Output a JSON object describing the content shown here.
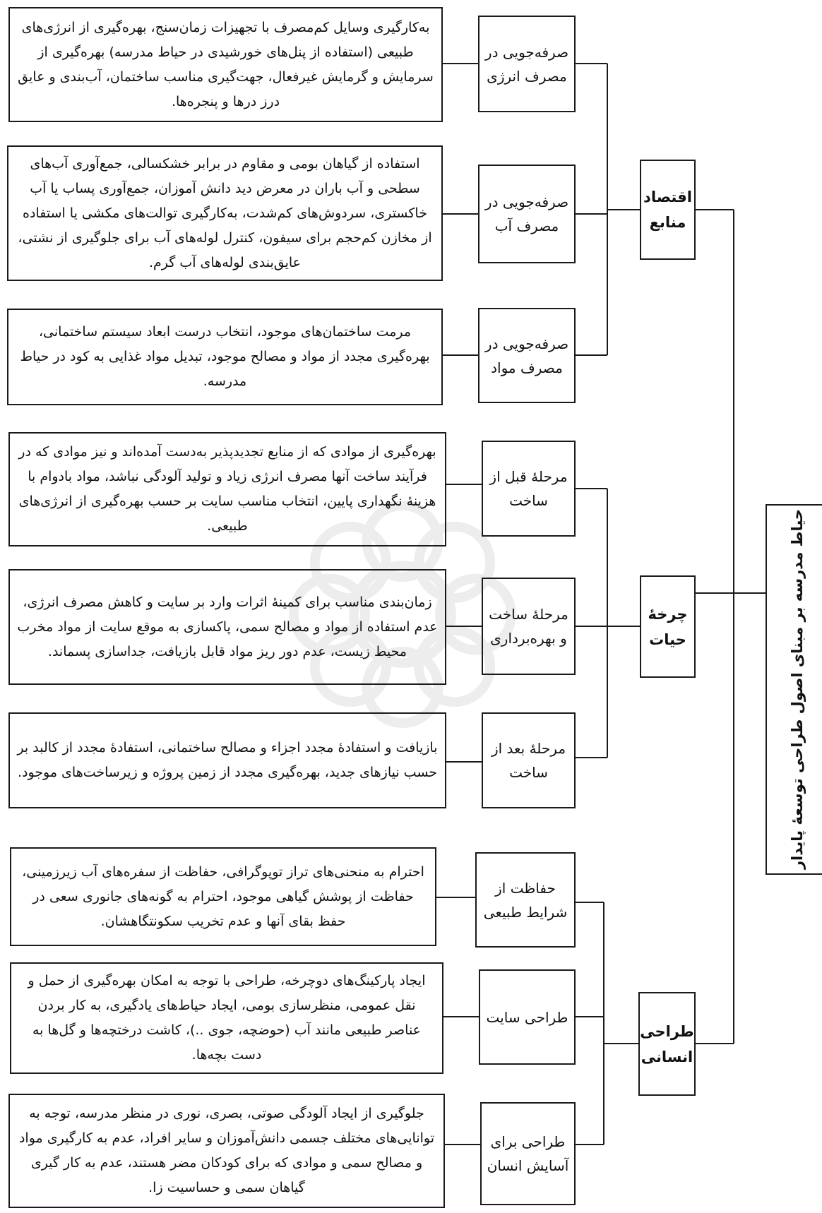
{
  "root": {
    "title": "حیاط مدرسه بر مبنای اصول طراحی توسعهٔ پایدار"
  },
  "pillars": [
    {
      "title": "اقتصاد منابع",
      "categories": [
        {
          "label": "صرفه‌جویی در مصرف انرژی",
          "description": "به‌کارگیری وسایل کم‌مصرف با تجهیزات زمان‌سنج، بهره‌گیری از انرژی‌های طبیعی (استفاده از پنل‌های خورشیدی در حیاط مدرسه) بهره‌گیری از سرمایش و گرمایش غیرفعال، جهت‌گیری مناسب ساختمان، آب‌بندی و عایق درز درها و پنجره‌ها."
        },
        {
          "label": "صرفه‌جویی در مصرف آب",
          "description": "استفاده از گیاهان بومی و مقاوم در برابر خشکسالی، جمع‌آوری آب‌های سطحی و آب باران در معرض دید دانش آموزان، جمع‌آوری پساب یا آب خاکستری، سردوش‌های کم‌شدت، به‌کارگیری توالت‌های مکشی یا استفاده از مخازن کم‌حجم برای سیفون، کنترل لوله‌های آب برای جلوگیری از نشتی، عایق‌بندی لوله‌های آب گرم."
        },
        {
          "label": "صرفه‌جویی در مصرف مواد",
          "description": "مرمت ساختمان‌های موجود، انتخاب درست ابعاد سیستم ساختمانی، بهره‌گیری مجدد از مواد و مصالح موجود، تبدیل مواد غذایی به کود در حیاط مدرسه."
        }
      ]
    },
    {
      "title": "چرخهٔ حیات",
      "categories": [
        {
          "label": "مرحلهٔ قبل از ساخت",
          "description": "بهره‌گیری از موادی که از منابع تجدیدپذیر به‌دست آمده‌اند و نیز موادی که در فرآیند ساخت آنها مصرف انرژی زیاد و تولید آلودگی نباشد، مواد بادوام با هزینهٔ نگهداری پایین، انتخاب مناسب سایت بر حسب بهره‌گیری از انرژی‌های طبیعی."
        },
        {
          "label": "مرحلهٔ ساخت و بهره‌برداری",
          "description": "زمان‌بندی مناسب برای کمینهٔ اثرات وارد بر سایت و کاهش مصرف انرژی، عدم استفاده از مواد و مصالح سمی، پاکسازی به موقع سایت از مواد مخرب محیط زیست، عدم دور ریز مواد قابل بازیافت، جداسازی پسماند."
        },
        {
          "label": "مرحلهٔ بعد از ساخت",
          "description": "بازیافت و استفادهٔ مجدد اجزاء و مصالح ساختمانی، استفادهٔ مجدد از کالبد بر حسب نیازهای جدید، بهره‌گیری مجدد از زمین پروژه و زیرساخت‌های موجود."
        }
      ]
    },
    {
      "title": "طراحی انسانی",
      "categories": [
        {
          "label": "حفاظت از شرایط طبیعی",
          "description": "احترام به منحنی‌های تراز توپوگرافی، حفاظت از سفره‌های آب زیرزمینی، حفاظت از پوشش گیاهی موجود، احترام به گونه‌های جانوری سعی در حفظ بقای آنها و عدم تخریب سکونتگاهشان."
        },
        {
          "label": "طراحی سایت",
          "description": "ایجاد پارکینگ‌های دوچرخه، طراحی با توجه به امکان بهره‌گیری از حمل و نقل عمومی، منظرسازی بومی، ایجاد حیاط‌های یادگیری، به کار بردن عناصر طبیعی مانند آب (حوضچه، جوی ..)، کاشت درختچه‌ها و گل‌ها به دست بچه‌ها."
        },
        {
          "label": "طراحی برای آسایش انسان",
          "description": "جلوگیری از ایجاد آلودگی صوتی، بصری، نوری در منظر مدرسه، توجه به توانایی‌های مختلف جسمی دانش‌آموزان و سایر افراد، عدم به کارگیری مواد و مصالح سمی و موادی که برای کودکان مضر هستند، عدم به کار گیری گیاهان سمی و حساسیت زا."
        }
      ]
    }
  ]
}
